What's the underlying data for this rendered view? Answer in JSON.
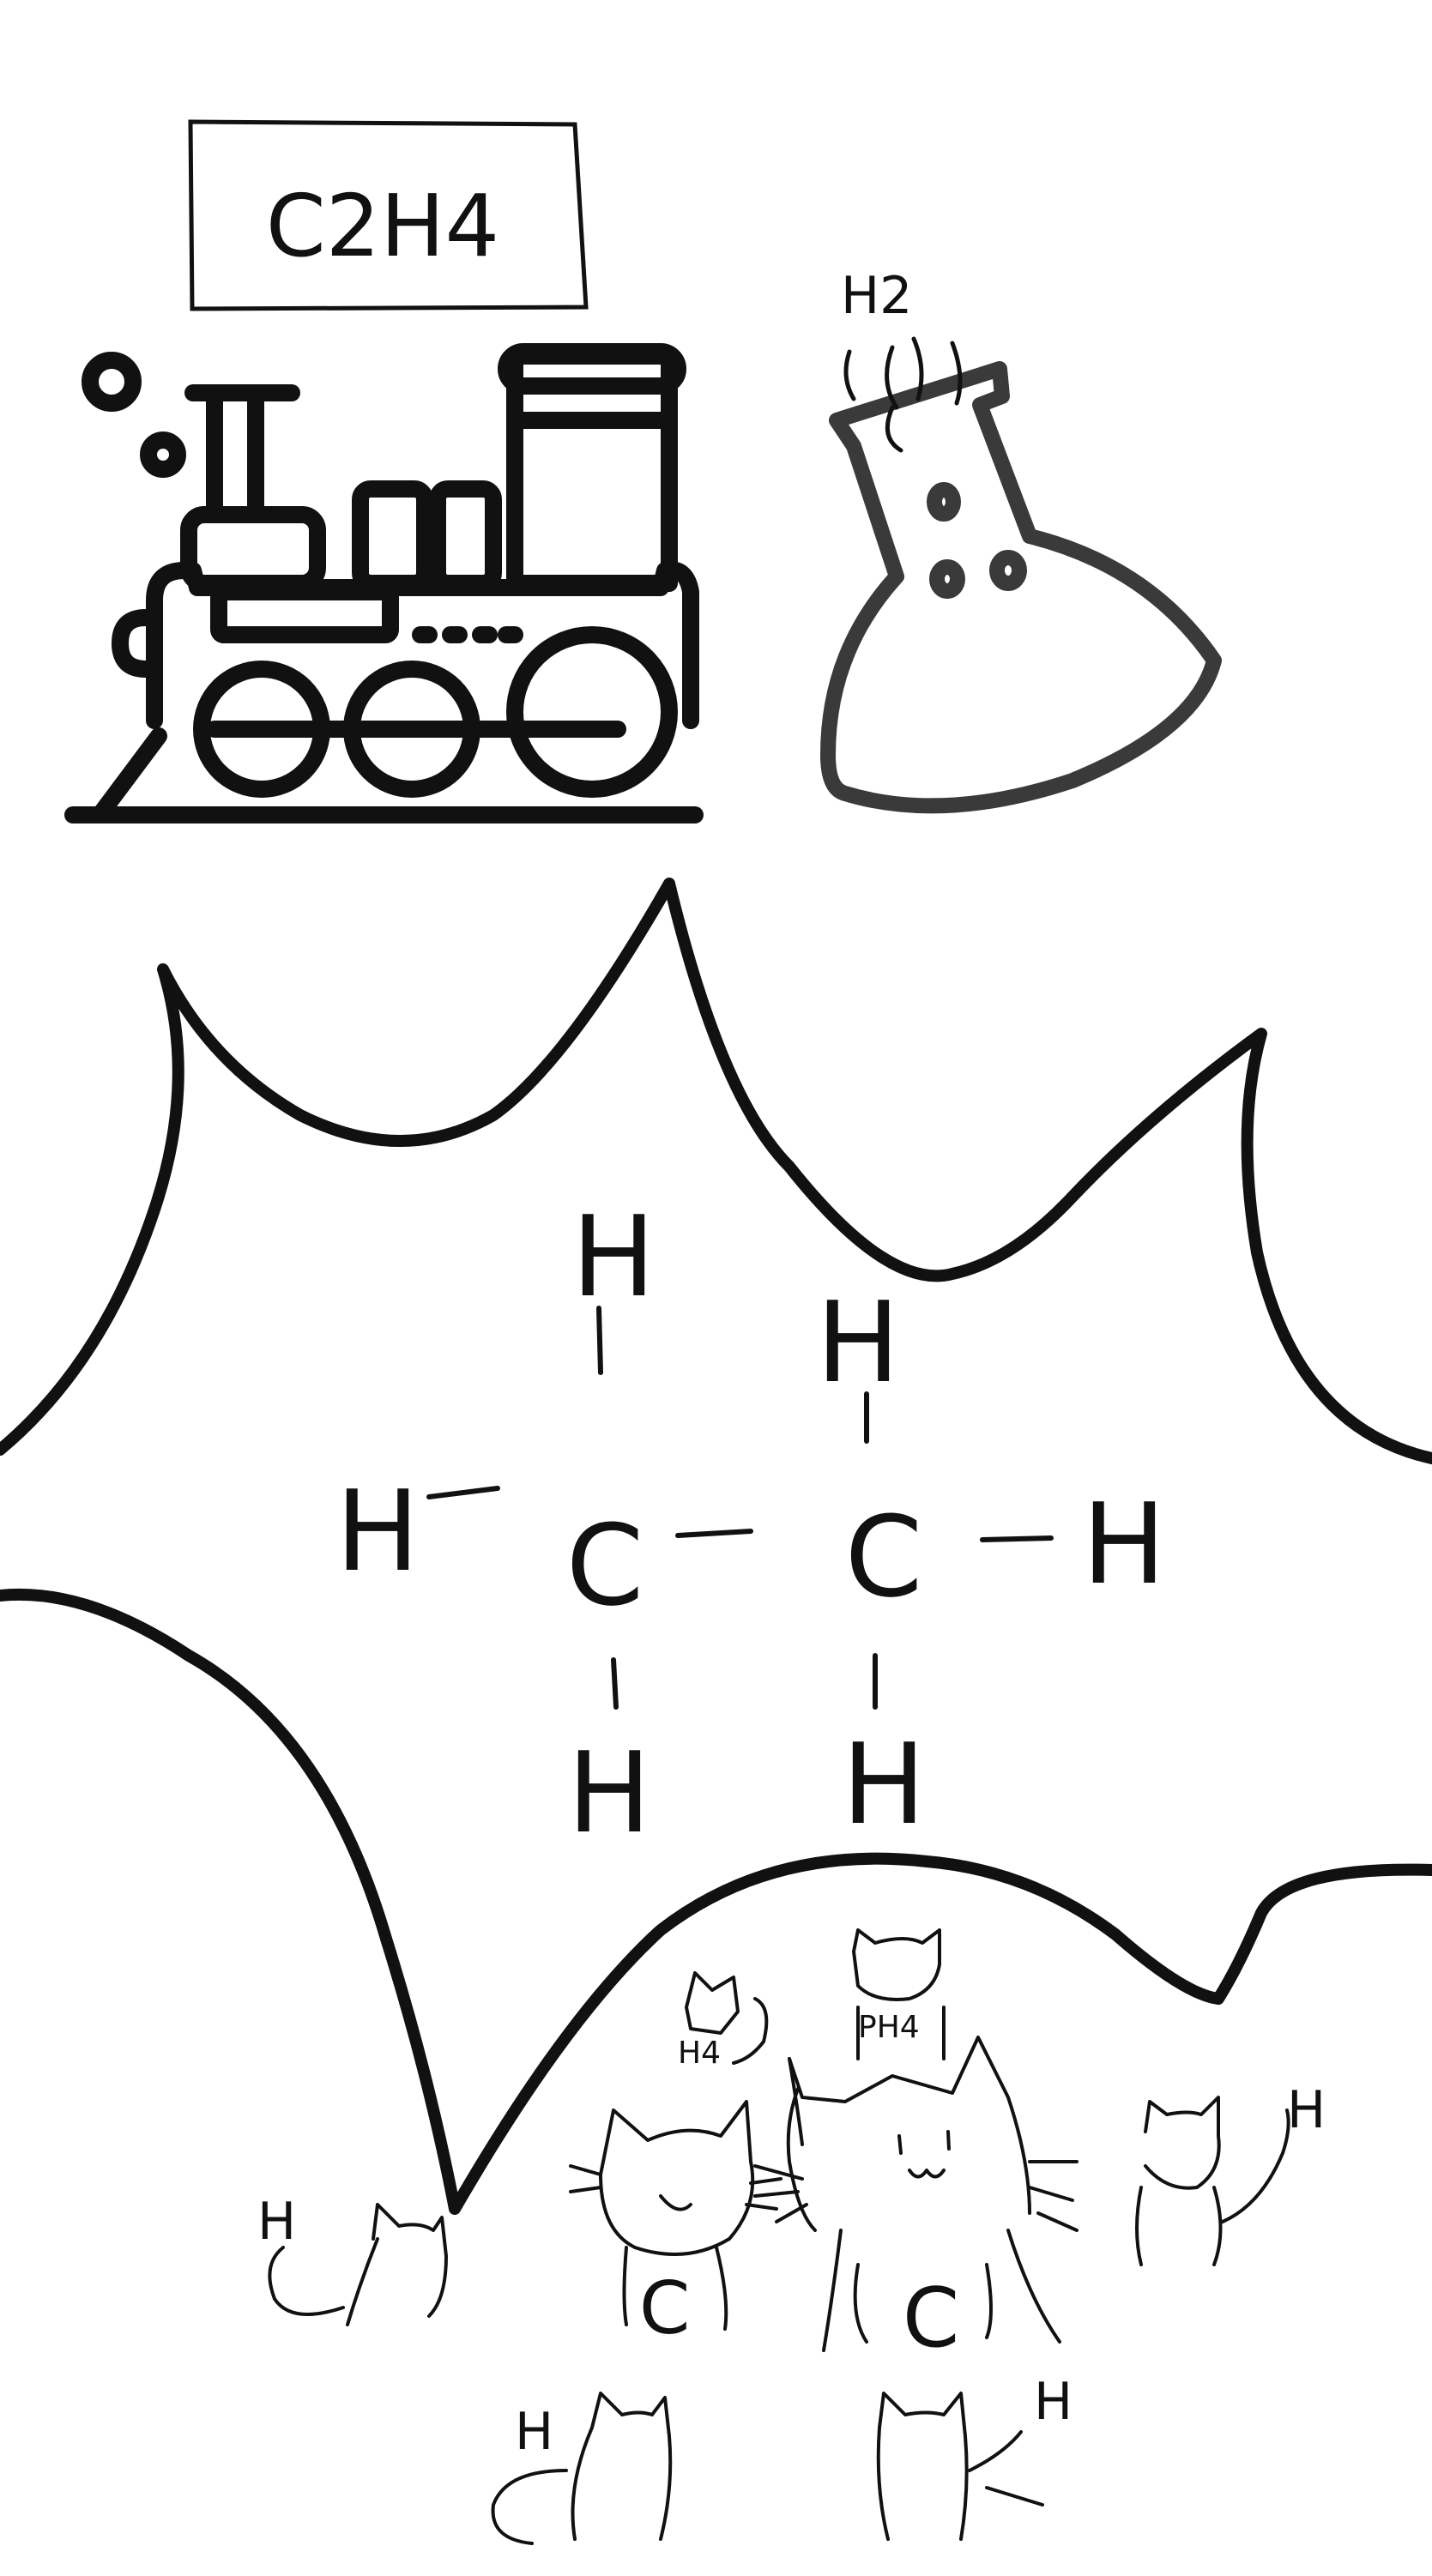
{
  "reactants": {
    "formula_label": "C2H4",
    "gas_label": "H2"
  },
  "product": {
    "atoms": [
      "H",
      "H",
      "H",
      "C",
      "C",
      "H",
      "H",
      "H"
    ],
    "carbon_label": "C",
    "hydrogen_label": "H"
  },
  "cats": {
    "carbon_label": "C",
    "hydrogen_label": "H",
    "sign_left": "H4",
    "sign_top": "PH4"
  },
  "colors": {
    "ink": "#111111",
    "flask": "#3a3a3a",
    "background": "#ffffff"
  }
}
